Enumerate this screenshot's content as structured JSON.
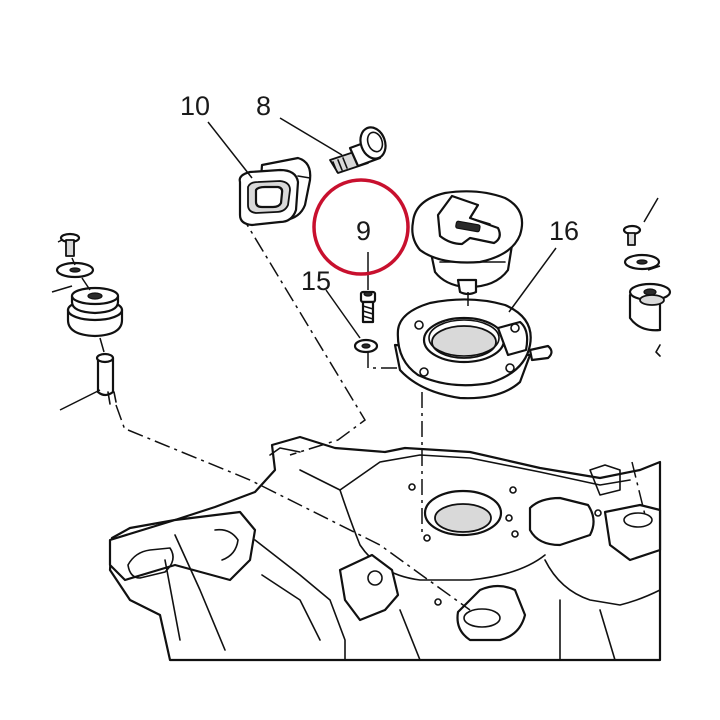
{
  "diagram": {
    "callouts": {
      "part_10": "10",
      "part_8": "8",
      "part_9": "9",
      "part_15": "15",
      "part_16": "16"
    },
    "highlight_color": "#c8102e",
    "line_color": "#111111",
    "shade_color": "#d9d9d9"
  }
}
